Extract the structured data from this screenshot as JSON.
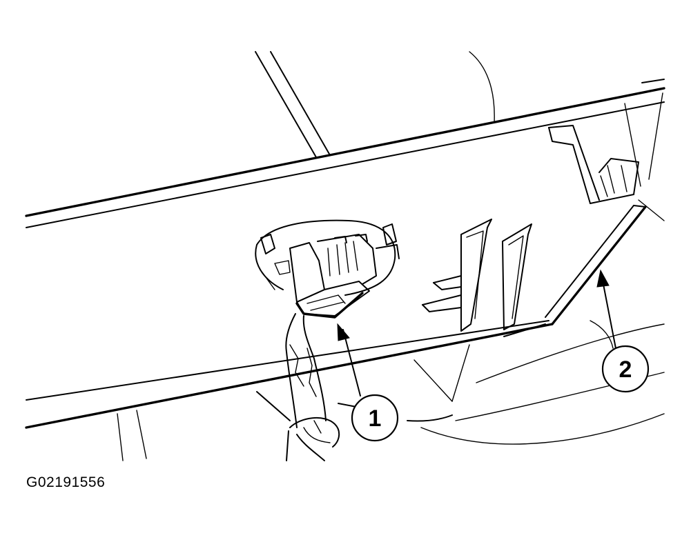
{
  "figure": {
    "code": "G02191556"
  },
  "callouts": [
    {
      "label": "1"
    },
    {
      "label": "2"
    }
  ]
}
